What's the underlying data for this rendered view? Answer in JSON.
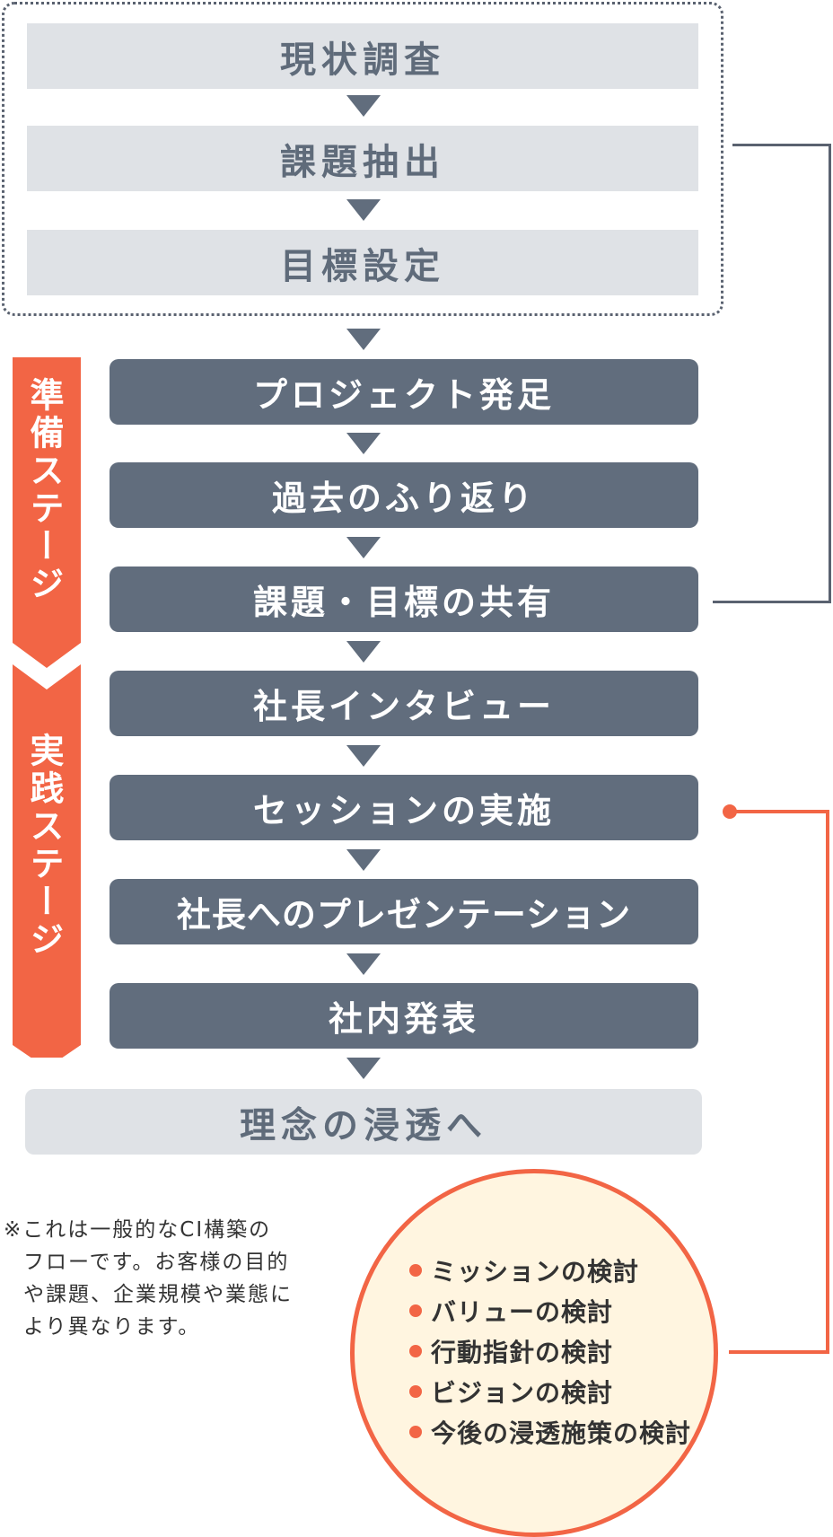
{
  "flow": {
    "steps": [
      {
        "label": "現状調査",
        "style": "light"
      },
      {
        "label": "課題抽出",
        "style": "light"
      },
      {
        "label": "目標設定",
        "style": "light"
      },
      {
        "label": "プロジェクト発足",
        "style": "dark"
      },
      {
        "label": "過去のふり返り",
        "style": "dark"
      },
      {
        "label": "課題・目標の共有",
        "style": "dark"
      },
      {
        "label": "社長インタビュー",
        "style": "dark"
      },
      {
        "label": "セッションの実施",
        "style": "dark"
      },
      {
        "label": "社長へのプレゼンテーション",
        "style": "dark"
      },
      {
        "label": "社内発表",
        "style": "dark"
      },
      {
        "label": "理念の浸透へ",
        "style": "final"
      }
    ]
  },
  "stages": [
    {
      "label": "準備ステージ",
      "color": "#f26545"
    },
    {
      "label": "実践ステージ",
      "color": "#f26545"
    }
  ],
  "note": {
    "lines": [
      "※これは一般的なCI構築の",
      "フローです。お客様の目的",
      "や課題、企業規模や業態に",
      "より異なります。"
    ]
  },
  "session_items": [
    "ミッションの検討",
    "バリューの検討",
    "行動指針の検討",
    "ビジョンの検討",
    "今後の浸透施策の検討"
  ],
  "colors": {
    "dark_box": "#616d7d",
    "light_box": "#dfe2e6",
    "accent": "#f26545",
    "circle_fill": "#fff5e0"
  }
}
